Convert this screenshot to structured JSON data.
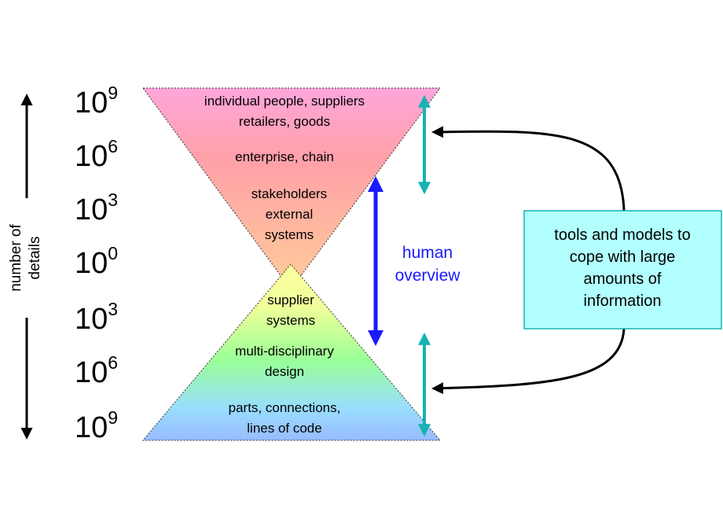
{
  "scale": {
    "base": "10",
    "exponents": [
      "9",
      "6",
      "3",
      "0",
      "3",
      "6",
      "9"
    ]
  },
  "axis_label": {
    "line1": "number of",
    "line2": "details"
  },
  "upper_levels": [
    {
      "lines": [
        "individual people, suppliers",
        "retailers, goods"
      ]
    },
    {
      "lines": [
        "enterprise, chain"
      ]
    },
    {
      "lines": [
        "stakeholders",
        "external",
        "systems"
      ]
    }
  ],
  "lower_levels": [
    {
      "lines": [
        "supplier",
        "systems"
      ]
    },
    {
      "lines": [
        "multi-disciplinary",
        "design"
      ]
    },
    {
      "lines": [
        "parts, connections,",
        "lines of code"
      ]
    }
  ],
  "human_overview": {
    "line1": "human",
    "line2": "overview"
  },
  "tools_box": {
    "lines": [
      "tools and models to",
      "cope with  large",
      "amounts of",
      "information"
    ]
  },
  "colors": {
    "human_arrow": "#1a1aff",
    "teal_arrow": "#17b2b2",
    "box_fill": "#b2ffff",
    "box_stroke": "#17b2b2"
  }
}
